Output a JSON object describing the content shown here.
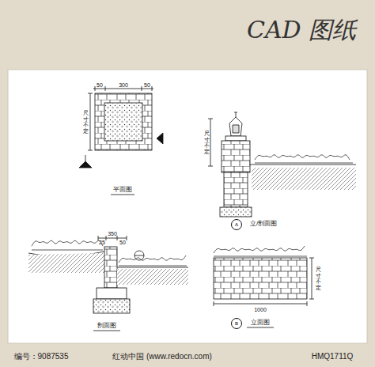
{
  "diagram": {
    "title": "CAD 图纸",
    "nodes": [
      {
        "text": [
          "A"
        ]
      },
      {
        "text": [
          "B"
        ]
      }
    ],
    "labels": [
      "50",
      "300",
      "50",
      "尺寸不定",
      "平面图",
      "尺寸不定",
      "立/剖面图",
      "350",
      "25",
      "50",
      "剖面图",
      "尺寸不定",
      "1000",
      "立面图",
      "编号：9087535",
      "红动中国 (www.redocn.com)",
      "HMQ1711Q"
    ]
  }
}
